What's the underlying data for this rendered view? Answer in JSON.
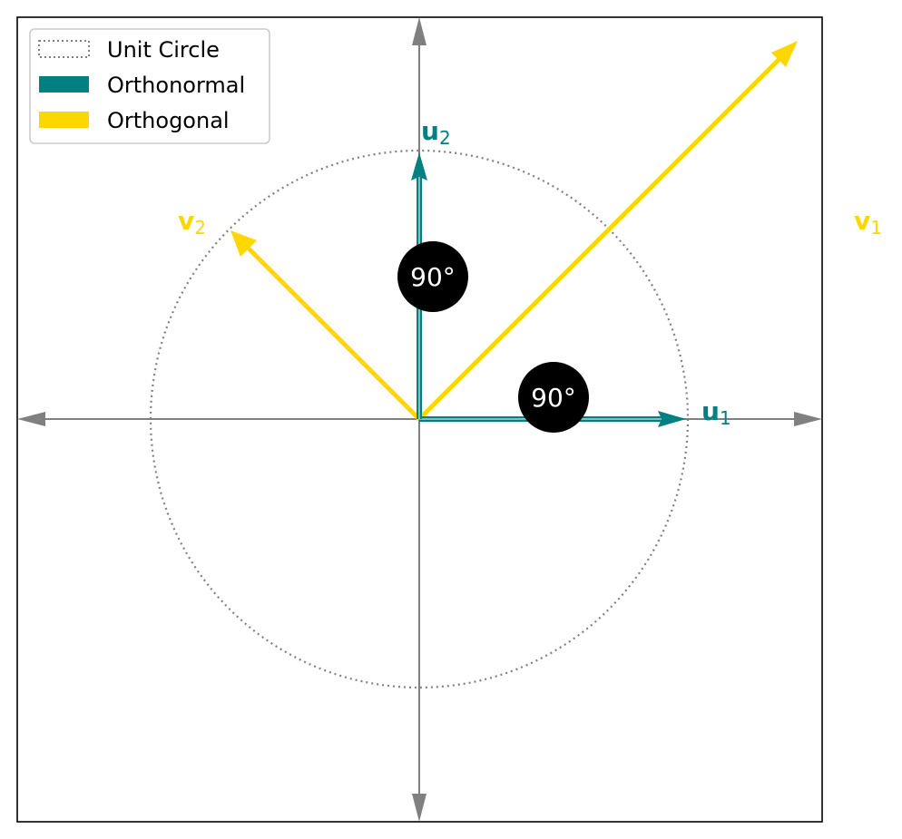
{
  "legend": {
    "items": [
      {
        "label": "Unit Circle",
        "style": "dotted",
        "color": "#808080"
      },
      {
        "label": "Orthonormal",
        "style": "filled",
        "color": "#008080"
      },
      {
        "label": "Orthogonal",
        "style": "filled",
        "color": "#FFD700"
      }
    ]
  },
  "colors": {
    "axis": "#808080",
    "orthonormal": "#008080",
    "orthogonal": "#FFD700",
    "badge": "#000000"
  },
  "vectors": {
    "u1": {
      "symbol": "u",
      "subscript": "1",
      "x": 1,
      "y": 0
    },
    "u2": {
      "symbol": "u",
      "subscript": "2",
      "x": 0,
      "y": 1
    },
    "v1": {
      "symbol": "v",
      "subscript": "1"
    },
    "v2": {
      "symbol": "v",
      "subscript": "2"
    }
  },
  "angles": [
    {
      "label": "90°"
    },
    {
      "label": "90°"
    }
  ]
}
